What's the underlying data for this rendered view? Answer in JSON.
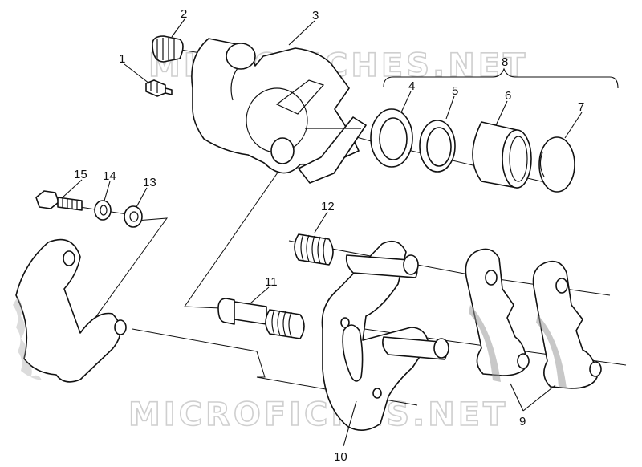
{
  "watermarks": [
    "MICROFICHES.NET",
    "MICROFICHES.NET"
  ],
  "callouts": [
    "1",
    "2",
    "3",
    "4",
    "5",
    "6",
    "7",
    "8",
    "9",
    "10",
    "11",
    "12",
    "13",
    "14",
    "15"
  ],
  "parts": {
    "p1": "bleeder-valve",
    "p2": "set-screw",
    "p3": "brake-caliper-body",
    "p4": "seal-ring",
    "p5": "seal-ring-small",
    "p6": "piston",
    "p7": "piston-cap",
    "p8": "piston-assembly",
    "p9": "brake-pads",
    "p10": "caliper-bracket",
    "p11": "slide-pin",
    "p12": "spring",
    "p13": "flat-washer",
    "p14": "lock-washer",
    "p15": "bolt"
  }
}
